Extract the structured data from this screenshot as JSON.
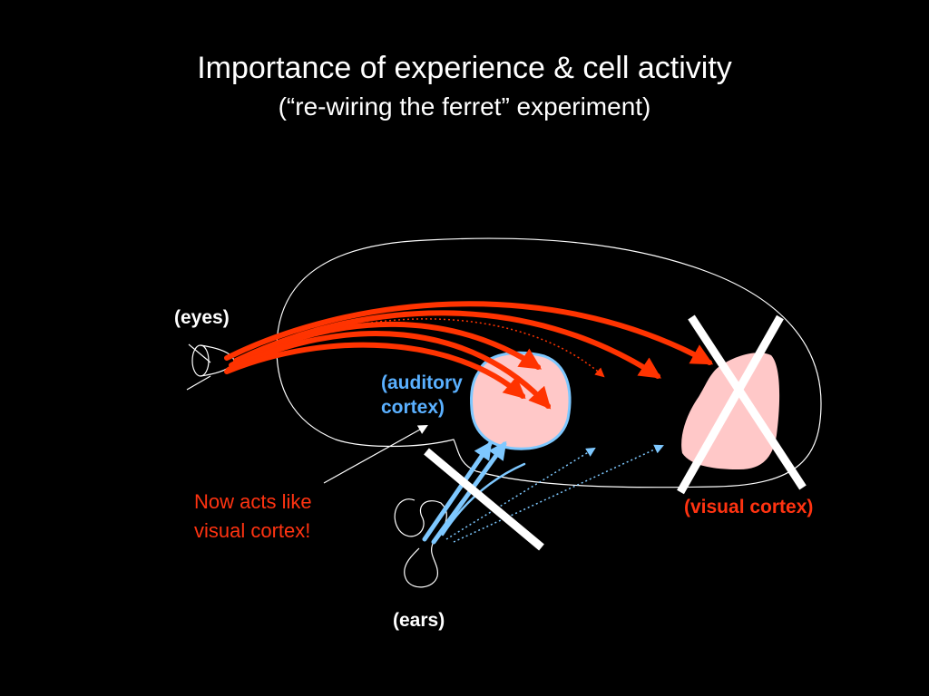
{
  "slide": {
    "title": "Importance of experience & cell activity",
    "subtitle": "(“re-wiring the ferret” experiment)"
  },
  "labels": {
    "eyes": "(eyes)",
    "ears": "(ears)",
    "auditory_cortex_line1": "(auditory",
    "auditory_cortex_line2": "cortex)",
    "visual_cortex": "(visual cortex)",
    "note_line1": "Now acts like",
    "note_line2": "visual cortex!"
  },
  "colors": {
    "background": "#000000",
    "visual_pathway": "#ff3300",
    "auditory_pathway": "#7ec8ff",
    "cortex_fill": "#ffc8c8",
    "note_text": "#ff3311",
    "auditory_label": "#5ab0ff"
  }
}
